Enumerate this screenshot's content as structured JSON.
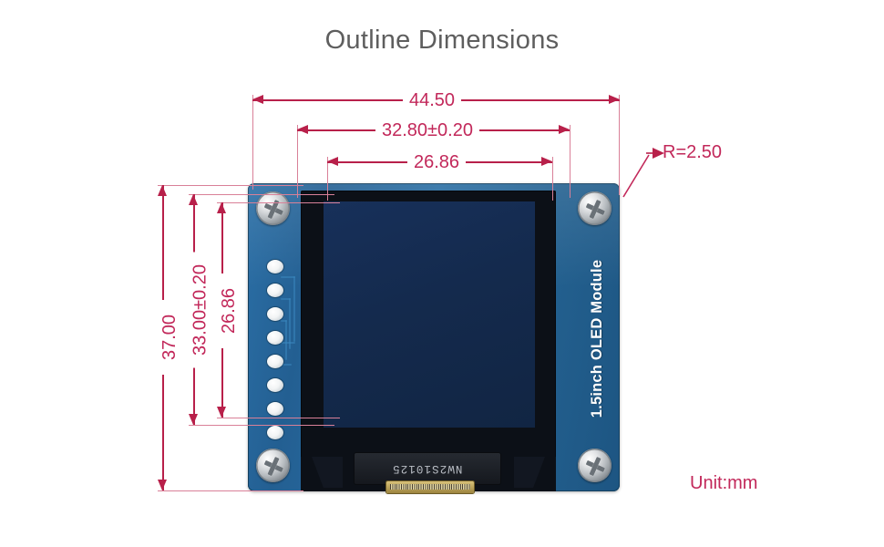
{
  "title": "Outline Dimensions",
  "unit_note": "Unit:mm",
  "colors": {
    "dimension_line": "#b8204a",
    "dimension_text": "#c2285a",
    "extension_line": "#d98098",
    "title_text": "#5e5e5e",
    "pcb_blue": "#2a6ea3",
    "bezel_black": "#0c1017",
    "screen_navy": "#142a4d",
    "screw_silver": "#cfd6da",
    "silkscreen_white": "#ffffff",
    "background": "#ffffff"
  },
  "dimensions": {
    "horizontal": [
      {
        "id": "overall-width",
        "label": "44.50",
        "value": 44.5,
        "tolerance": null,
        "unit": "mm"
      },
      {
        "id": "module-width",
        "label": "32.80±0.20",
        "value": 32.8,
        "tolerance": 0.2,
        "unit": "mm"
      },
      {
        "id": "active-width",
        "label": "26.86",
        "value": 26.86,
        "tolerance": null,
        "unit": "mm"
      }
    ],
    "vertical": [
      {
        "id": "overall-height",
        "label": "37.00",
        "value": 37.0,
        "tolerance": null,
        "unit": "mm"
      },
      {
        "id": "module-height",
        "label": "33.00±0.20",
        "value": 33.0,
        "tolerance": 0.2,
        "unit": "mm"
      },
      {
        "id": "active-height",
        "label": "26.86",
        "value": 26.86,
        "tolerance": null,
        "unit": "mm"
      }
    ],
    "radius": {
      "id": "corner-radius",
      "label": "R=2.50",
      "value": 2.5,
      "unit": "mm"
    }
  },
  "board": {
    "silkscreen_text": "1.5inch OLED Module",
    "connector_label": "NW2S10125",
    "pin_hole_count": 8,
    "screw_count": 4
  },
  "chart_data": {
    "type": "table",
    "title": "Outline Dimensions",
    "xlabel": "",
    "ylabel": "",
    "categories": [
      "Overall width",
      "Module width",
      "Active area width",
      "Overall height",
      "Module height",
      "Active area height",
      "Corner radius"
    ],
    "values": [
      44.5,
      32.8,
      26.86,
      37.0,
      33.0,
      26.86,
      2.5
    ],
    "labels": [
      "44.50",
      "32.80±0.20",
      "26.86",
      "37.00",
      "33.00±0.20",
      "26.86",
      "R=2.50"
    ],
    "unit": "mm",
    "annotations": [
      "Unit:mm",
      "1.5inch OLED Module",
      "NW2S10125"
    ]
  }
}
